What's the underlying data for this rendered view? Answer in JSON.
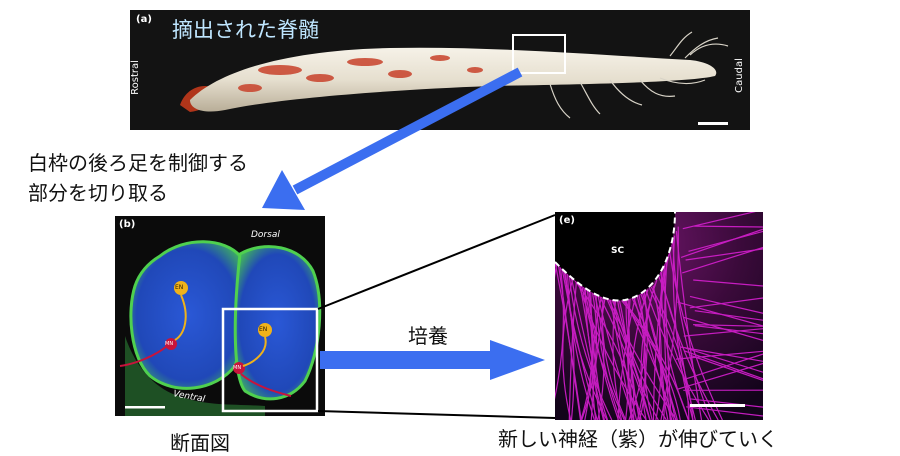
{
  "panel_a": {
    "tag": "(a)",
    "title": "摘出された脊髄",
    "left_label": "Rostral",
    "right_label": "Caudal"
  },
  "panel_b": {
    "tag": "(b)",
    "dorsal": "Dorsal",
    "ventral": "Ventral",
    "en_label": "EN",
    "mn_label": "MN"
  },
  "panel_e": {
    "tag": "(e)",
    "sc_label": "SC"
  },
  "annotations": {
    "cut_line1": "白枠の後ろ足を制御する",
    "cut_line2": "部分を切り取る",
    "culture": "培養",
    "cross_section": "断面図",
    "neurites": "新しい神経（紫）が伸びていく"
  },
  "colors": {
    "arrow_blue": "#3b6ef0",
    "cord_tissue": "#e9e4d8",
    "blood_red": "#c0392b",
    "stain_blue": "#2d5fd8",
    "stain_green": "#44c944",
    "neurite_magenta": "#d61fd0",
    "marker_yellow": "#f0b21a",
    "marker_red": "#c8143c"
  }
}
